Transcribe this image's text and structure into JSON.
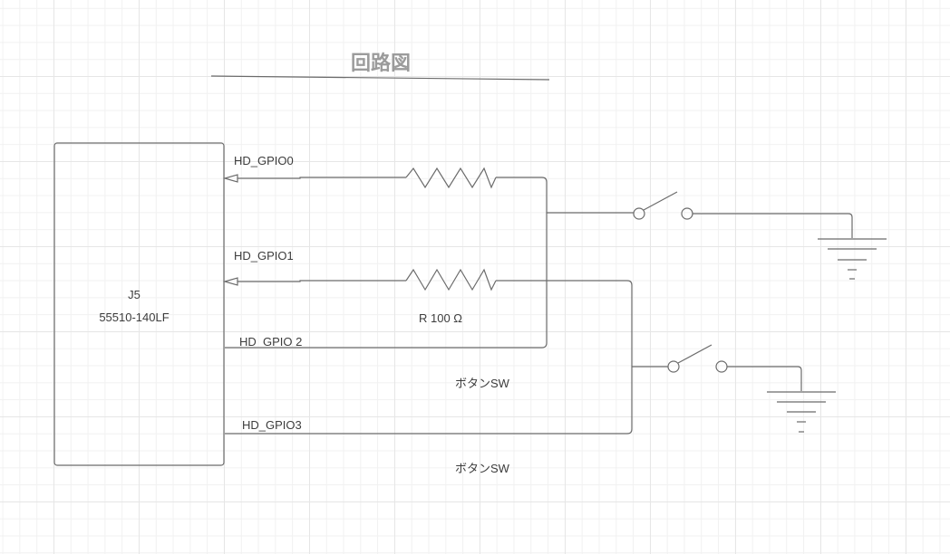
{
  "title": "回路図",
  "connector": {
    "ref": "J5",
    "part_number": "55510-140LF"
  },
  "nets": {
    "gpio0": "HD_GPIO0",
    "gpio1": "HD_GPIO1",
    "gpio2": "HD_GPIO 2",
    "gpio3": "HD_GPIO3"
  },
  "resistor_label": "R 100 Ω",
  "switch_labels": [
    "ボタンSW",
    "ボタンSW"
  ],
  "colors": {
    "wire": "#6b6b6b",
    "title": "#9b9b9b",
    "text": "#3c3c3c",
    "grid_major": "#e6e6e6",
    "grid_minor": "#f1f1f1"
  }
}
